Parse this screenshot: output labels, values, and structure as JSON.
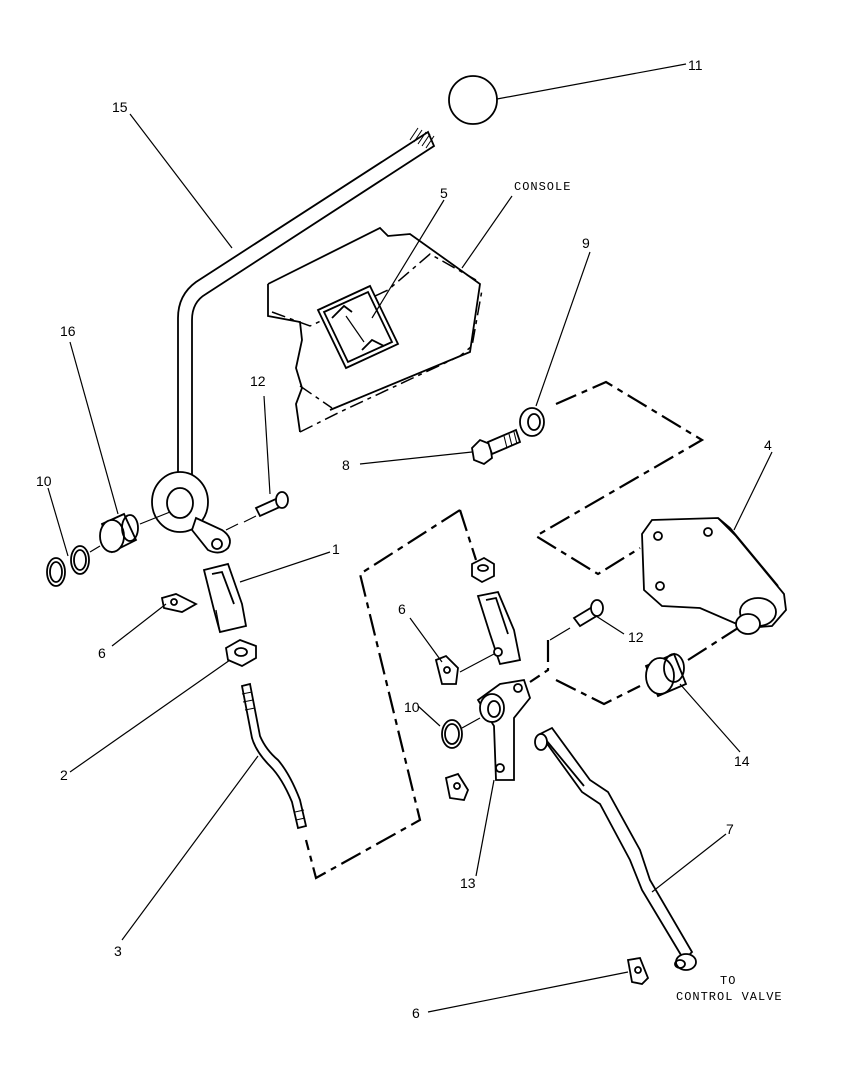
{
  "callouts": {
    "c1": "1",
    "c2": "2",
    "c3": "3",
    "c4": "4",
    "c5": "5",
    "c6a": "6",
    "c6b": "6",
    "c6c": "6",
    "c7": "7",
    "c8": "8",
    "c9": "9",
    "c10a": "10",
    "c10b": "10",
    "c11": "11",
    "c12a": "12",
    "c12b": "12",
    "c13": "13",
    "c14": "14",
    "c15": "15",
    "c16": "16"
  },
  "notes": {
    "console": "CONSOLE",
    "to": "TO",
    "control_valve": "CONTROL VALVE"
  }
}
